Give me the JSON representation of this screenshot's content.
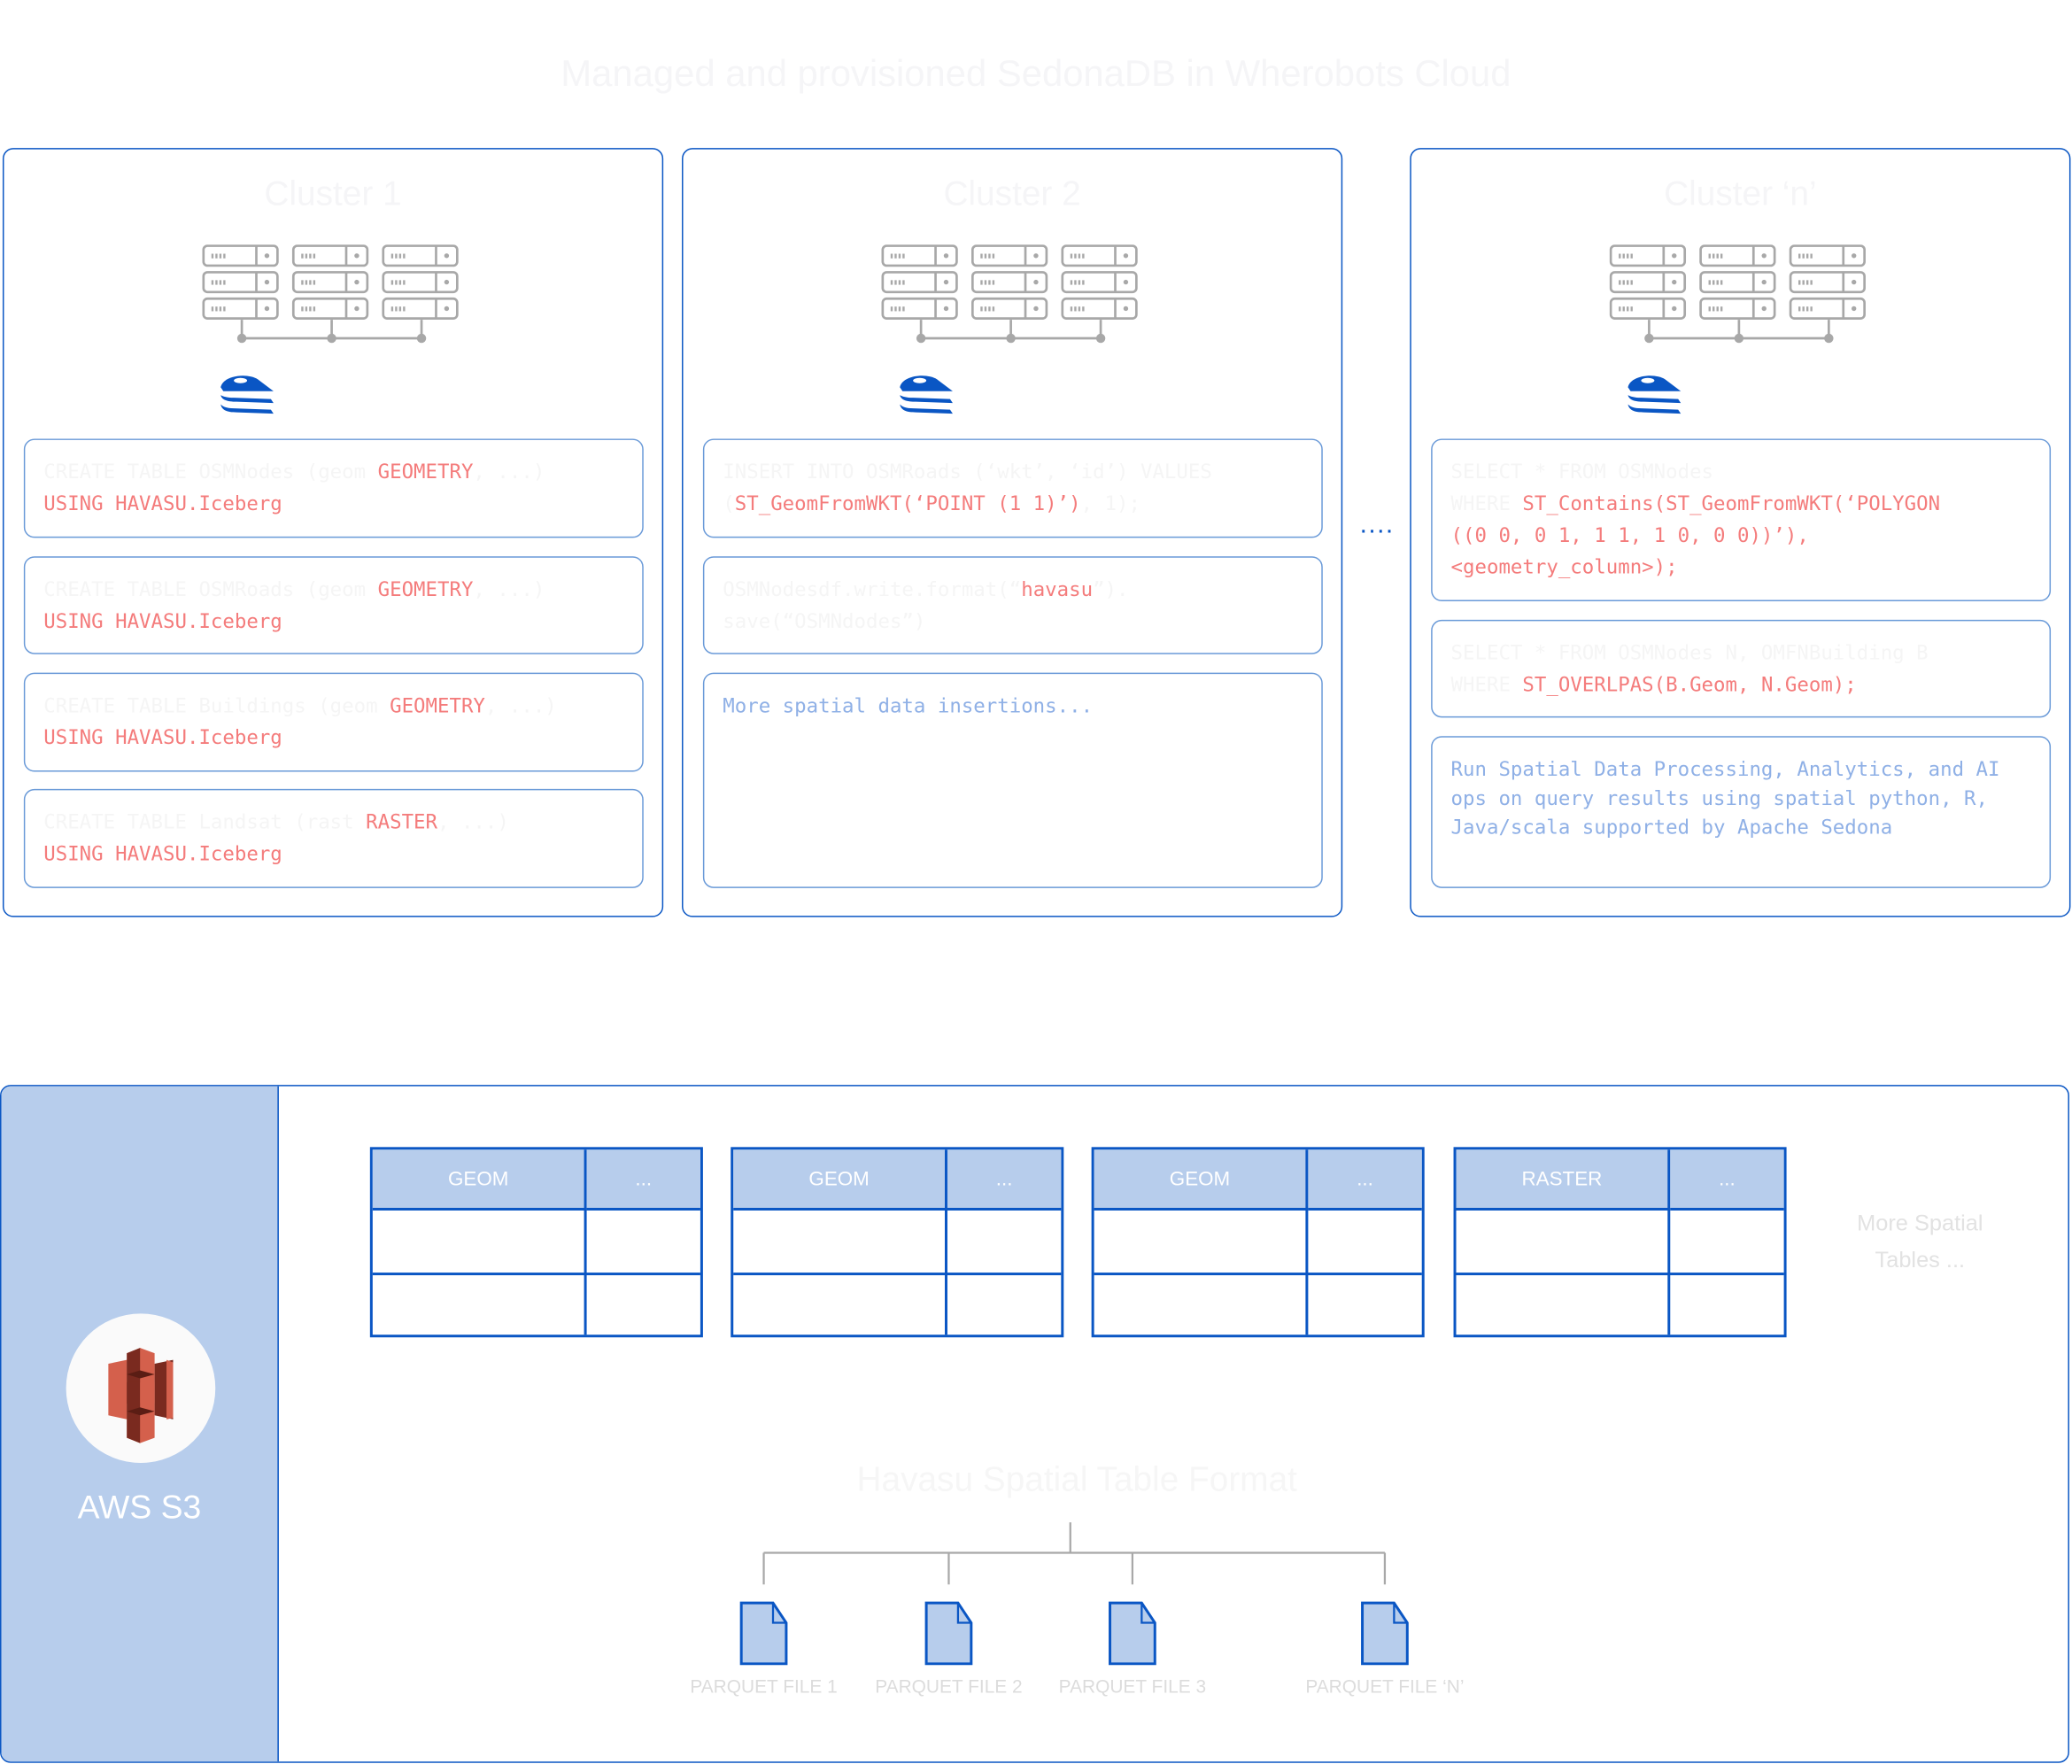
{
  "title": "Managed and provisioned SedonaDB in Wherobots Cloud",
  "colors": {
    "border": "#0a56c4",
    "code_border": "#6a9ad8",
    "highlight": "#f47c7c",
    "panel": "#b7cdec"
  },
  "icons": {
    "servers": "server-rack-icon",
    "sedona": "apache-sedona-logo",
    "s3": "aws-s3-icon",
    "file": "file-icon"
  },
  "clusters": [
    {
      "title": "Cluster 1",
      "snippets": [
        {
          "l1a": "CREATE TABLE OSMNodes (geom ",
          "l1b": "GEOMETRY",
          "l1c": ", ...)",
          "l2": "USING HAVASU.Iceberg"
        },
        {
          "l1a": "CREATE TABLE OSMRoads (geom ",
          "l1b": "GEOMETRY",
          "l1c": ", ...)",
          "l2": "USING HAVASU.Iceberg"
        },
        {
          "l1a": "CREATE TABLE Buildings (geom ",
          "l1b": "GEOMETRY",
          "l1c": ", ...)",
          "l2": "USING HAVASU.Iceberg"
        },
        {
          "l1a": "CREATE TABLE Landsat (rast ",
          "l1b": "RASTER",
          "l1c": ", ...)",
          "l2": "USING HAVASU.Iceberg"
        }
      ]
    },
    {
      "title": "Cluster 2",
      "snippets": [
        {
          "l1": "INSERT INTO OSMRoads (‘wkt’, ‘id’) VALUES",
          "l2a": "(",
          "l2b": "ST_GeomFromWKT(‘POINT (1 1)’)",
          "l2c": ", 1);"
        },
        {
          "l1a": "OSMNodesdf.write.format(“",
          "l1b": "havasu",
          "l1c": "”).",
          "l2": "save(“OSMNdodes”)"
        },
        {
          "text": "More spatial data insertions..."
        }
      ]
    },
    {
      "title": "Cluster ‘n’",
      "snippets": [
        {
          "l1": "SELECT * FROM OSMNodes",
          "l2a": "WHERE ",
          "l2b": "ST_Contains(ST_GeomFromWKT(‘POLYGON",
          "l3": "((0 0, 0 1, 1 1, 1 0, 0 0))’),",
          "l4": "<geometry_column>);"
        },
        {
          "l1": "SELECT * FROM OSMNodes N, OMFNBuilding B",
          "l2a": "WHERE ",
          "l2b": "ST_OVERLPAS(B.Geom, N.Geom);"
        },
        {
          "text": "Run Spatial Data Processing, Analytics, and AI ops on query results using spatial python, R, Java/scala supported by Apache Sedona"
        }
      ]
    }
  ],
  "separator": "....",
  "storage": {
    "label": "AWS S3",
    "tables": [
      {
        "col1": "GEOM",
        "col2": "..."
      },
      {
        "col1": "GEOM",
        "col2": "..."
      },
      {
        "col1": "GEOM",
        "col2": "..."
      },
      {
        "col1": "RASTER",
        "col2": "..."
      }
    ],
    "more_line1": "More Spatial",
    "more_line2": "Tables ...",
    "format_title": "Havasu Spatial Table Format",
    "files": [
      "PARQUET FILE 1",
      "PARQUET FILE 2",
      "PARQUET FILE 3",
      "PARQUET FILE ‘N’"
    ]
  }
}
